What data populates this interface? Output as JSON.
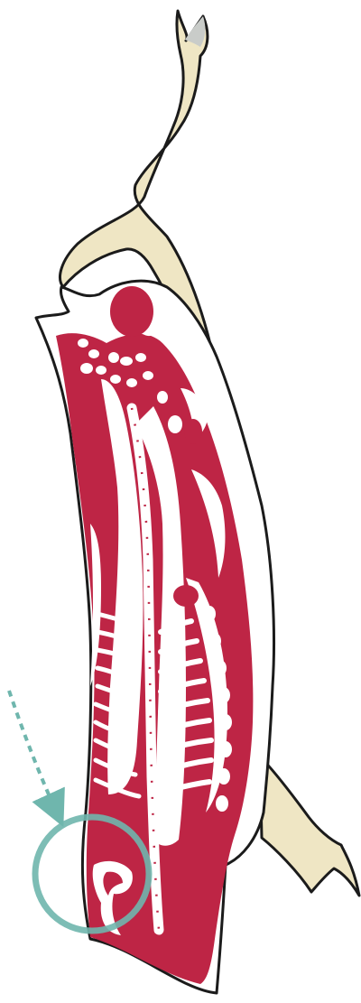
{
  "diagram": {
    "subject": "carcass-cross-section",
    "colors": {
      "meat": "#be2545",
      "fat": "#ffffff",
      "bone": "#efe6c4",
      "bone_shadow": "#d9cfa6",
      "hoof": "#c9ccc9",
      "outline": "#1b1b1b",
      "highlight": "#6fb6ad"
    },
    "annotations": [
      {
        "kind": "dashed-arrow-icon",
        "points_to": "highlight-circle"
      },
      {
        "kind": "highlight-circle",
        "marks": "hock-region"
      }
    ]
  }
}
